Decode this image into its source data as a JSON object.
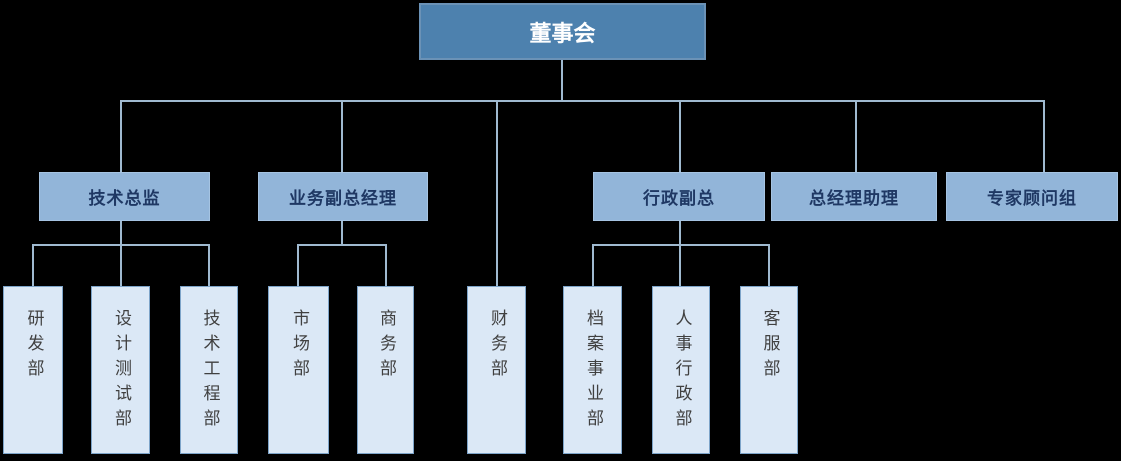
{
  "org_chart": {
    "type": "org-tree",
    "root": {
      "id": "board",
      "label": "董事会"
    },
    "executives": [
      {
        "id": "tech-director",
        "label": "技术总监",
        "parent": "董事会"
      },
      {
        "id": "business-vp",
        "label": "业务副总经理",
        "parent": "董事会"
      },
      {
        "id": "admin-vp",
        "label": "行政副总",
        "parent": "董事会"
      },
      {
        "id": "gm-assistant",
        "label": "总经理助理",
        "parent": "董事会"
      },
      {
        "id": "expert-advisors",
        "label": "专家顾问组",
        "parent": "董事会"
      }
    ],
    "departments": [
      {
        "id": "rnd-dept",
        "label": "研发部",
        "parent": "技术总监"
      },
      {
        "id": "design-test-dept",
        "label": "设计测试部",
        "parent": "技术总监"
      },
      {
        "id": "tech-engineering-dept",
        "label": "技术工程部",
        "parent": "技术总监"
      },
      {
        "id": "marketing-dept",
        "label": "市场部",
        "parent": "业务副总经理"
      },
      {
        "id": "commerce-dept",
        "label": "商务部",
        "parent": "业务副总经理"
      },
      {
        "id": "finance-dept",
        "label": "财务部",
        "parent": "董事会"
      },
      {
        "id": "archives-dept",
        "label": "档案事业部",
        "parent": "行政副总"
      },
      {
        "id": "hr-admin-dept",
        "label": "人事行政部",
        "parent": "行政副总"
      },
      {
        "id": "customer-service-dept",
        "label": "客服部",
        "parent": "行政副总"
      }
    ],
    "colors": {
      "background": "#000000",
      "root_fill": "#4d81ae",
      "root_border": "#6b92b6",
      "root_text": "#ffffff",
      "level2_fill": "#92b5d9",
      "level2_border": "#a6c4e2",
      "level2_text": "#1f3864",
      "level3_fill": "#dbe8f6",
      "level3_border": "#7da4c9",
      "level3_text": "#404040",
      "connector": "#a0bad0"
    }
  }
}
